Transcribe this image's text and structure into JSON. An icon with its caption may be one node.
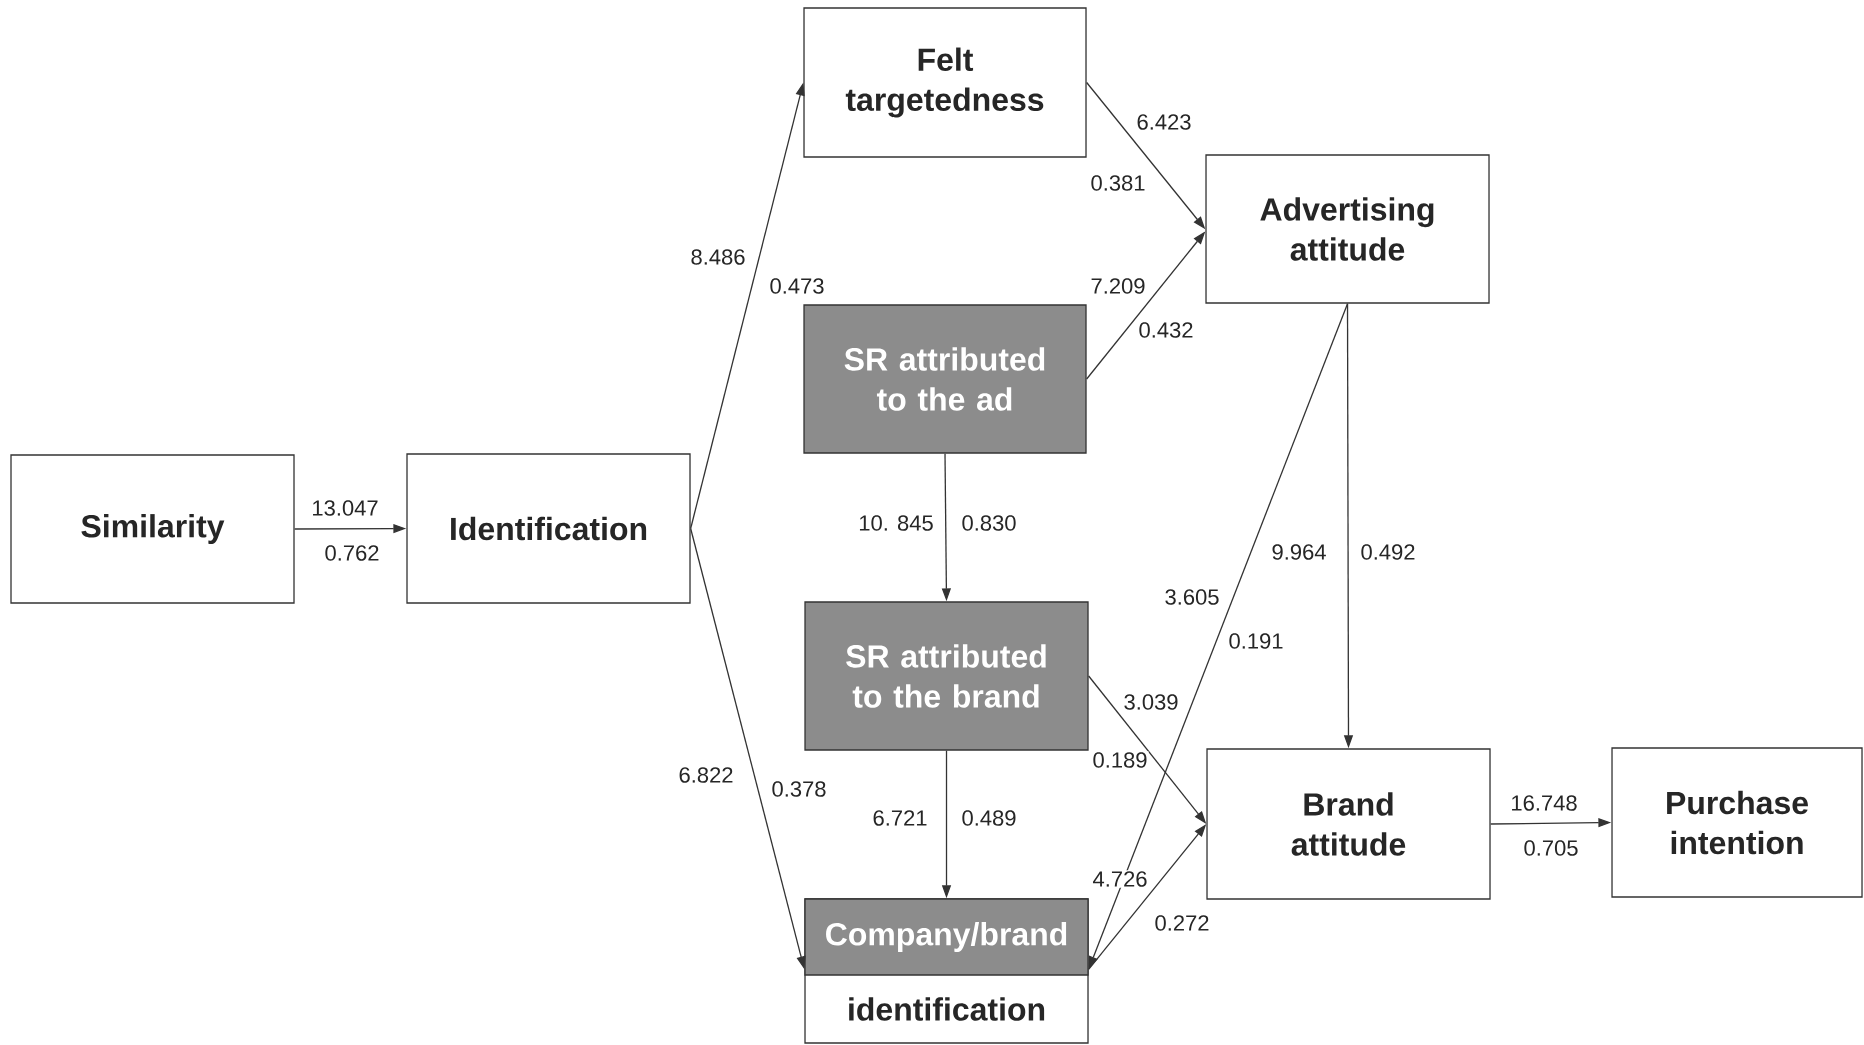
{
  "diagram": {
    "nodes": [
      {
        "text": [
          "Similarity"
        ]
      },
      {
        "text": [
          "Identification"
        ]
      },
      {
        "text": [
          "Felt targetedness"
        ]
      },
      {
        "text": [
          "SR attributed to the ad"
        ]
      },
      {
        "text": [
          "SR attributed to the brand"
        ]
      },
      {
        "text": [
          "Company/brand",
          "identification"
        ]
      },
      {
        "text": [
          "Advertising attitude"
        ]
      },
      {
        "text": [
          "Brand attitude"
        ]
      },
      {
        "text": [
          "Purchase intention"
        ]
      }
    ],
    "edges": [
      {
        "from": 0,
        "to": 1,
        "arrow": "to",
        "label": [
          "13.047",
          "0.762"
        ]
      },
      {
        "from": 1,
        "to": 2,
        "arrow": "to",
        "label": [
          "8.486",
          "0.473"
        ]
      },
      {
        "from": 1,
        "to": 5,
        "arrow": "to",
        "label": [
          "6.822",
          "0.378"
        ]
      },
      {
        "from": 2,
        "to": 6,
        "arrow": "to",
        "label": [
          "6.423",
          "0.381"
        ]
      },
      {
        "from": 3,
        "to": 6,
        "arrow": "to",
        "label": [
          "7.209",
          "0.432"
        ]
      },
      {
        "from": 3,
        "to": 4,
        "arrow": "to",
        "label": [
          "10. 845",
          "0.830"
        ]
      },
      {
        "from": 4,
        "to": 5,
        "arrow": "to",
        "label": [
          "6.721",
          "0.489"
        ]
      },
      {
        "from": 4,
        "to": 7,
        "arrow": "to",
        "label": [
          "3.039",
          "0.189"
        ]
      },
      {
        "from": 6,
        "to": 5,
        "arrow": "to",
        "label": [
          "3.605",
          "0.191"
        ]
      },
      {
        "from": 6,
        "to": 7,
        "arrow": "to",
        "label": [
          "9.964",
          "0.492"
        ]
      },
      {
        "from": 5,
        "to": 7,
        "arrow": "to",
        "label": [
          "4.726",
          "0.272"
        ]
      },
      {
        "from": 7,
        "to": 8,
        "arrow": "to",
        "label": [
          "16.748",
          "0.705"
        ]
      }
    ]
  }
}
